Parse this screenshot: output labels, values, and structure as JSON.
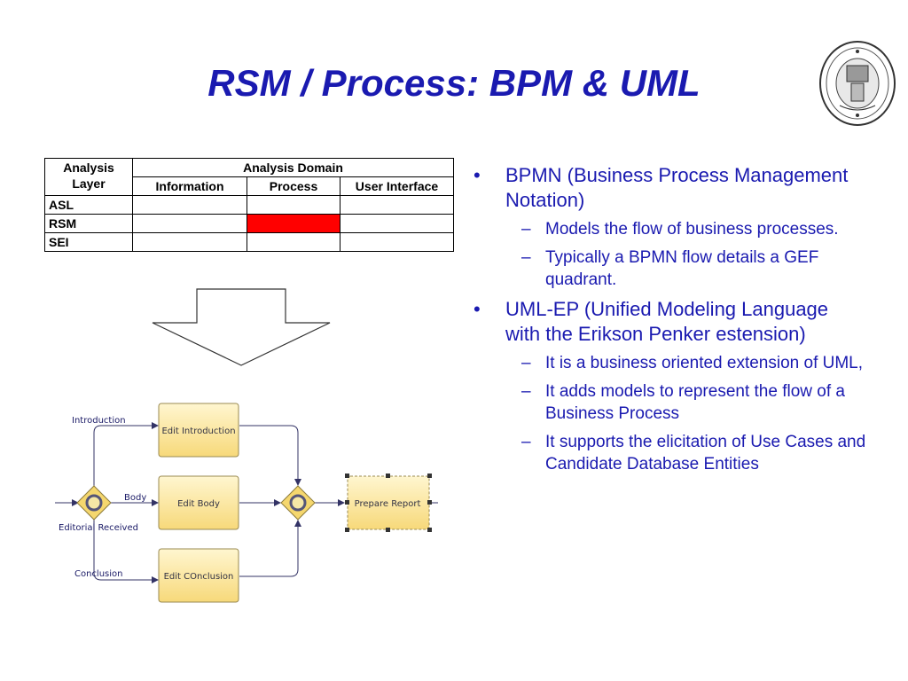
{
  "title": "RSM / Process:  BPM & UML",
  "table": {
    "header_layer": "Analysis Layer",
    "header_domain": "Analysis Domain",
    "columns": [
      "Information",
      "Process",
      "User Interface"
    ],
    "rows": [
      {
        "label": "ASL",
        "highlight": null
      },
      {
        "label": "RSM",
        "highlight": "Process"
      },
      {
        "label": "SEI",
        "highlight": null
      }
    ],
    "highlight_color": "#ff0000"
  },
  "bullets": [
    {
      "text": "BPMN (Business Process Management Notation)",
      "sub": [
        "Models the flow of business processes.",
        "Typically a BPMN flow details a GEF quadrant."
      ]
    },
    {
      "text": "UML-EP (Unified Modeling Language with the Erikson Penker estension)",
      "sub": [
        "It is a business oriented extension of UML,",
        "It  adds  models to represent the flow of a Business Process",
        "It supports the elicitation of Use Cases and Candidate Database Entities"
      ]
    }
  ],
  "diagram": {
    "flows": {
      "introduction": "Introduction",
      "body": "Body",
      "conclusion": "Conclusion",
      "received": "Editorial Received"
    },
    "tasks": {
      "intro": "Edit Introduction",
      "body": "Edit Body",
      "conclusion": "Edit COnclusion",
      "report": "Prepare Report"
    }
  },
  "colors": {
    "title": "#1a1ab0",
    "text": "#1a1ab0",
    "task_fill": "#fce9a8",
    "gateway_fill": "#f5d76e"
  },
  "icons": {
    "seal": "university-seal-icon",
    "arrow": "down-arrow-icon"
  }
}
